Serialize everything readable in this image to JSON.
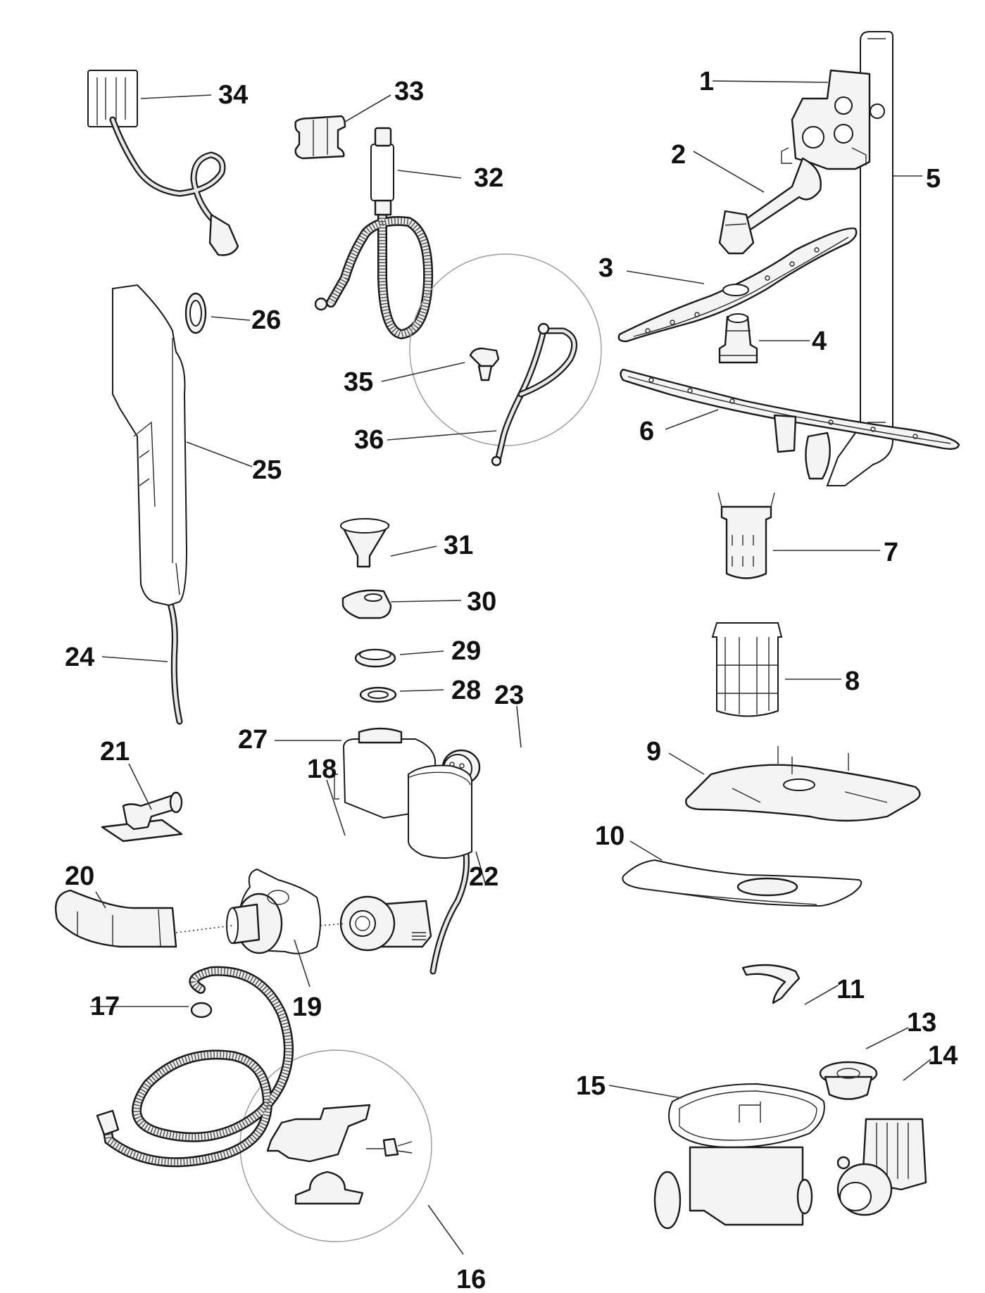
{
  "diagram": {
    "title": "Dishwasher exploded parts view",
    "parts": [
      {
        "id": "1",
        "label": "1"
      },
      {
        "id": "2",
        "label": "2"
      },
      {
        "id": "3",
        "label": "3"
      },
      {
        "id": "4",
        "label": "4"
      },
      {
        "id": "5",
        "label": "5"
      },
      {
        "id": "6",
        "label": "6"
      },
      {
        "id": "7",
        "label": "7"
      },
      {
        "id": "8",
        "label": "8"
      },
      {
        "id": "9",
        "label": "9"
      },
      {
        "id": "10",
        "label": "10"
      },
      {
        "id": "11",
        "label": "11"
      },
      {
        "id": "13",
        "label": "13"
      },
      {
        "id": "14",
        "label": "14"
      },
      {
        "id": "15",
        "label": "15"
      },
      {
        "id": "16",
        "label": "16"
      },
      {
        "id": "17",
        "label": "17"
      },
      {
        "id": "18",
        "label": "18"
      },
      {
        "id": "19",
        "label": "19"
      },
      {
        "id": "20",
        "label": "20"
      },
      {
        "id": "21",
        "label": "21"
      },
      {
        "id": "22",
        "label": "22"
      },
      {
        "id": "23",
        "label": "23"
      },
      {
        "id": "24",
        "label": "24"
      },
      {
        "id": "25",
        "label": "25"
      },
      {
        "id": "26",
        "label": "26"
      },
      {
        "id": "27",
        "label": "27"
      },
      {
        "id": "28",
        "label": "28"
      },
      {
        "id": "29",
        "label": "29"
      },
      {
        "id": "30",
        "label": "30"
      },
      {
        "id": "31",
        "label": "31"
      },
      {
        "id": "32",
        "label": "32"
      },
      {
        "id": "33",
        "label": "33"
      },
      {
        "id": "34",
        "label": "34"
      },
      {
        "id": "35",
        "label": "35"
      },
      {
        "id": "36",
        "label": "36"
      }
    ]
  }
}
